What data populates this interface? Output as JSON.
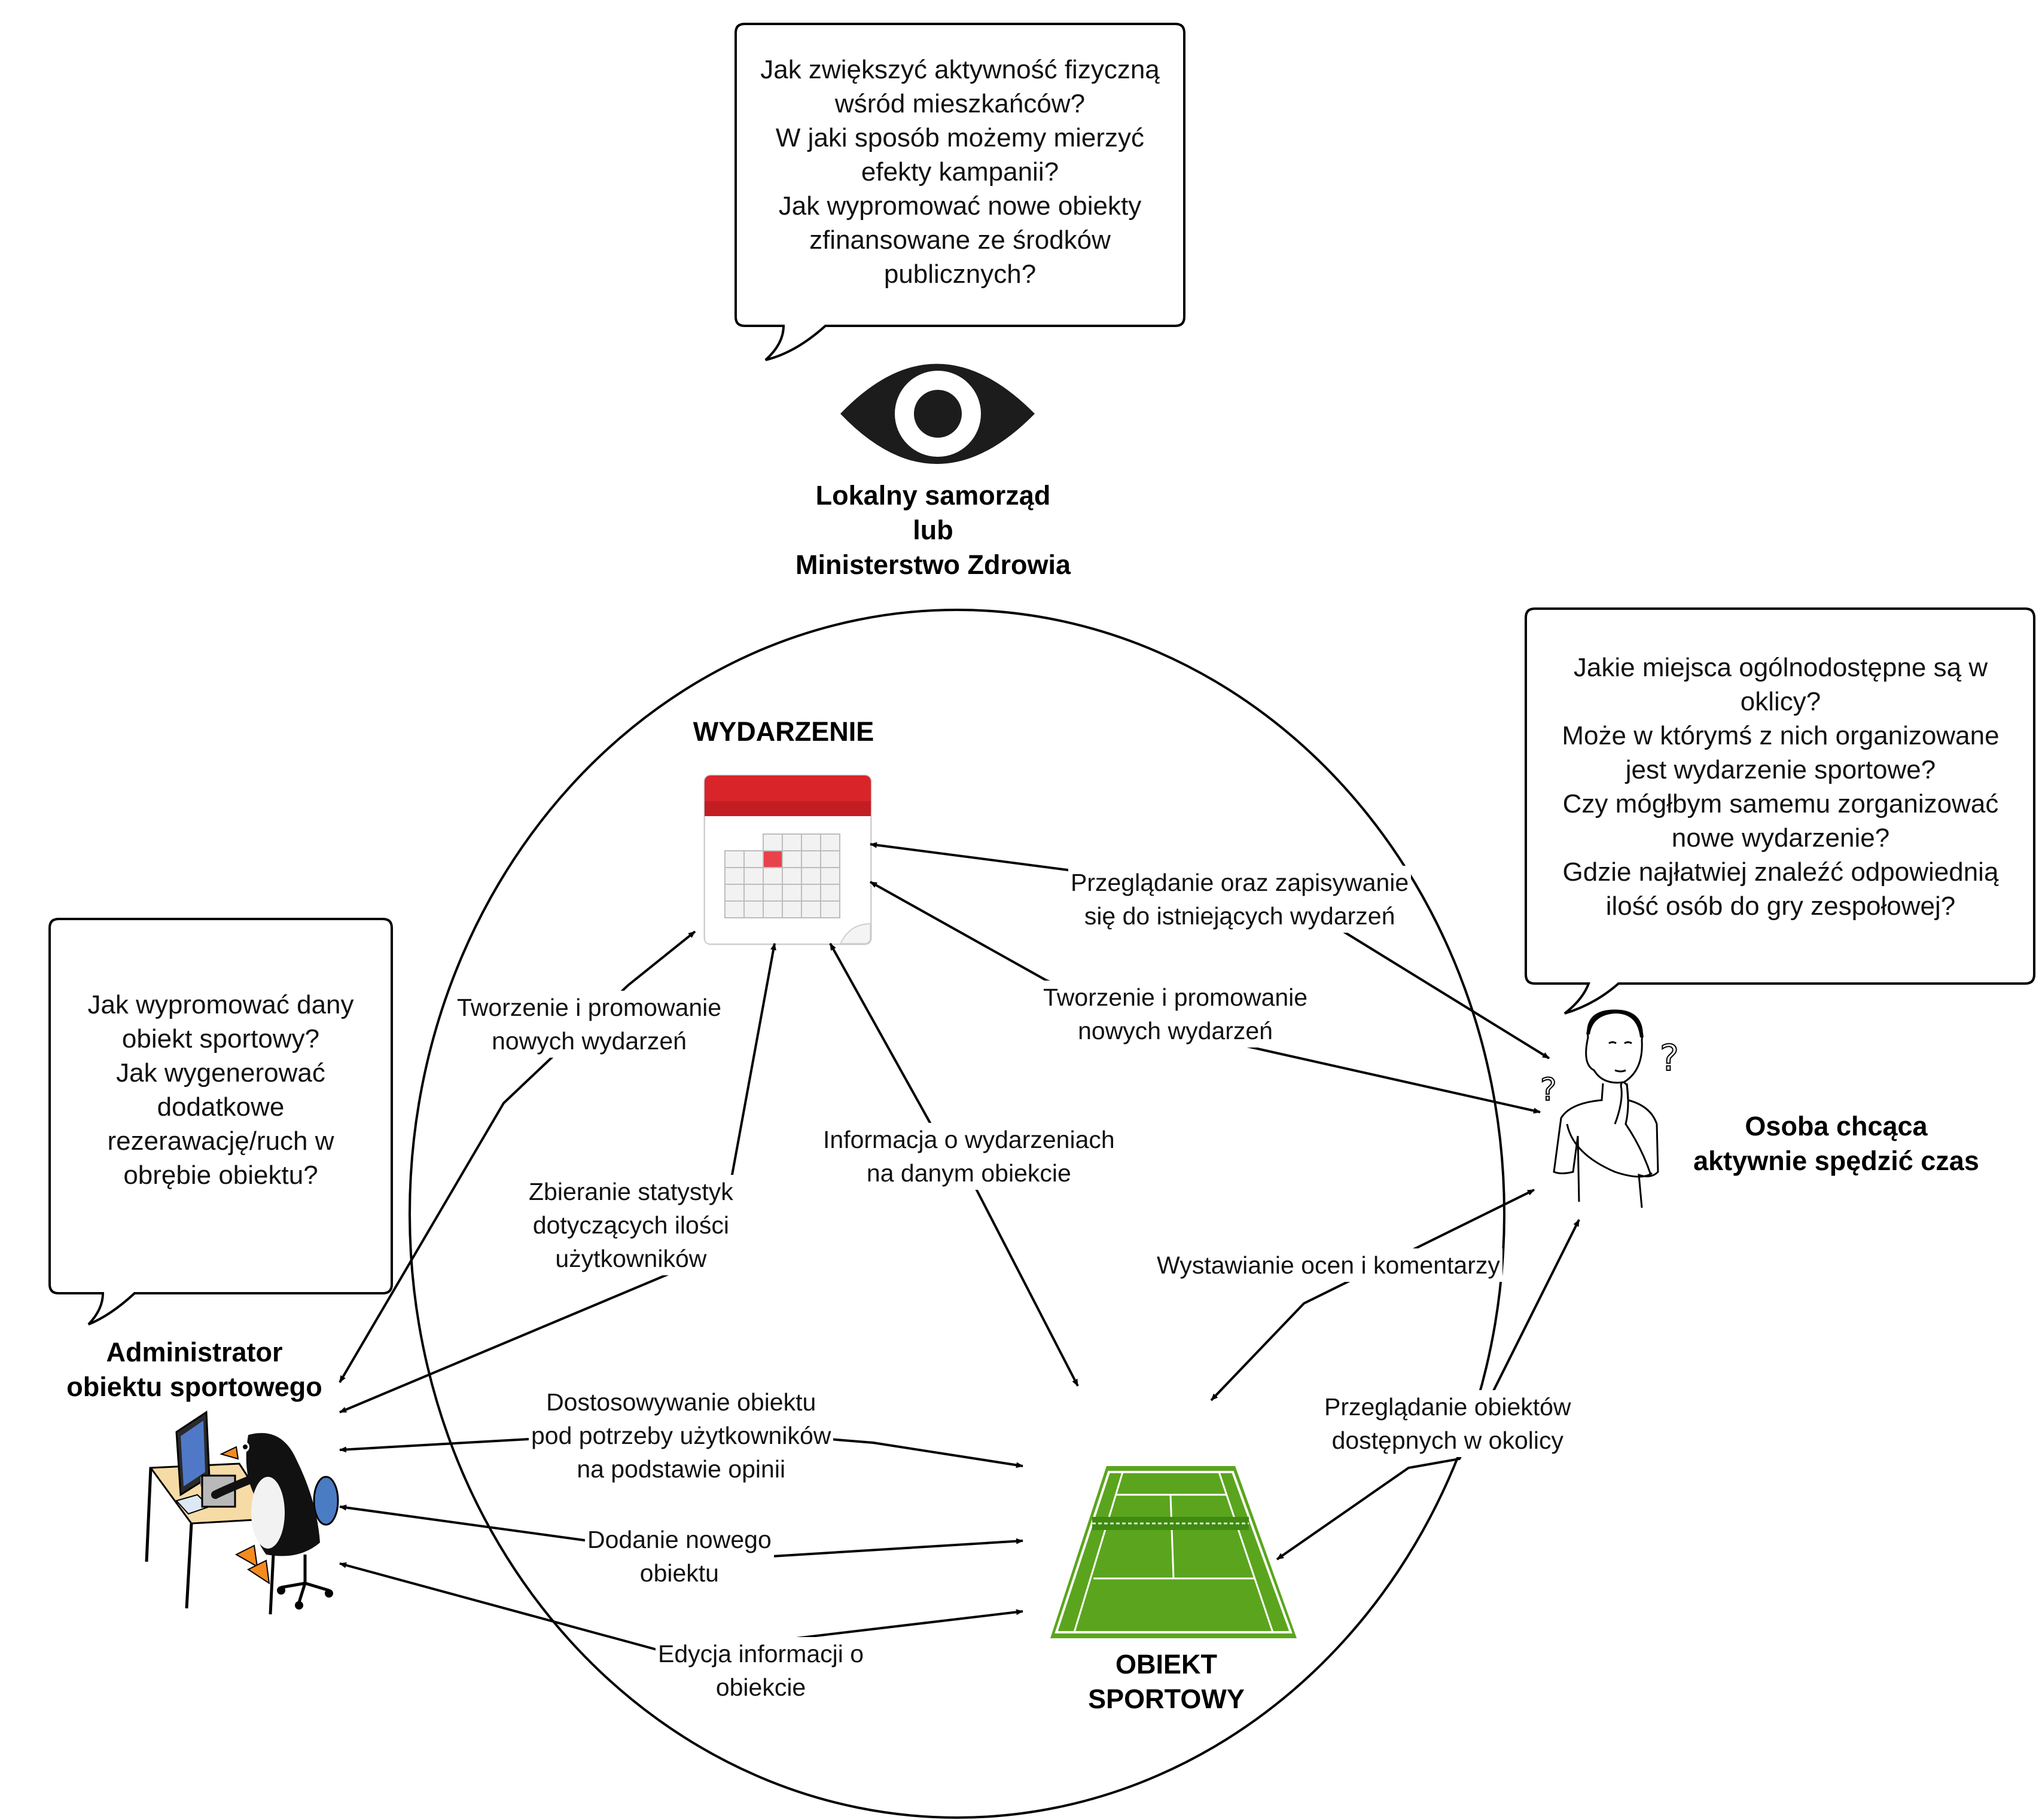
{
  "actors": {
    "government": {
      "lines": [
        "Lokalny samorząd",
        "lub",
        "Ministerstwo Zdrowia"
      ],
      "icon": "eye-icon"
    },
    "admin": {
      "lines": [
        "Administrator",
        "obiektu sportowego"
      ],
      "icon": "penguin-at-computer-icon"
    },
    "person": {
      "lines": [
        "Osoba chcąca",
        "aktywnie spędzić czas"
      ],
      "icon": "thinking-person-icon"
    }
  },
  "entities": {
    "event": {
      "label": "WYDARZENIE",
      "icon": "calendar-icon"
    },
    "facility": {
      "lines": [
        "OBIEKT",
        "SPORTOWY"
      ],
      "icon": "tennis-court-icon"
    }
  },
  "bubbles": {
    "government": [
      "Jak zwiększyć aktywność fizyczną",
      "wśród mieszkańców?",
      "W jaki sposób możemy mierzyć",
      "efekty kampanii?",
      "Jak wypromować nowe obiekty",
      "zfinansowane ze środków",
      "publicznych?"
    ],
    "admin": [
      "Jak wypromować dany",
      "obiekt sportowy?",
      "Jak wygenerować",
      "dodatkowe",
      "rezerawację/ruch w",
      "obrębie obiektu?"
    ],
    "person": [
      "Jakie miejsca ogólnodostępne są w",
      "oklicy?",
      "Może w którymś z nich organizowane",
      "jest wydarzenie sportowe?",
      "Czy mógłbym samemu zorganizować",
      "nowe wydarzenie?",
      "Gdzie najłatwiej znaleźć odpowiednią",
      "ilość osób do gry zespołowej?"
    ]
  },
  "edges": {
    "admin_create_event": [
      "Tworzenie i promowanie",
      "nowych wydarzeń"
    ],
    "admin_stats": [
      "Zbieranie statystyk",
      "dotyczących ilości",
      "użytkowników"
    ],
    "event_facility_info": [
      "Informacja o wydarzeniach",
      "na danym obiekcie"
    ],
    "person_browse_events": [
      "Przeglądanie oraz zapisywanie",
      "się do istniejących wydarzeń"
    ],
    "person_create_event": [
      "Tworzenie i promowanie",
      "nowych wydarzeń"
    ],
    "person_ratings": [
      "Wystawianie ocen i komentarzy"
    ],
    "person_browse_facilities": [
      "Przeglądanie obiektów",
      "dostępnych w okolicy"
    ],
    "admin_adapt": [
      "Dostosowywanie obiektu",
      "pod potrzeby użytkowników",
      "na podstawie opinii"
    ],
    "admin_add": [
      "Dodanie nowego",
      "obiektu"
    ],
    "admin_edit": [
      "Edycja informacji o",
      "obiekcie"
    ]
  },
  "colors": {
    "stroke": "#000000",
    "calendar_header": "#d9252a",
    "calendar_highlight": "#e8424a",
    "court_green": "#5aa51d",
    "court_dark": "#3f8a10",
    "penguin_beak": "#f58a1f",
    "chair_blue": "#4a7cc4"
  }
}
